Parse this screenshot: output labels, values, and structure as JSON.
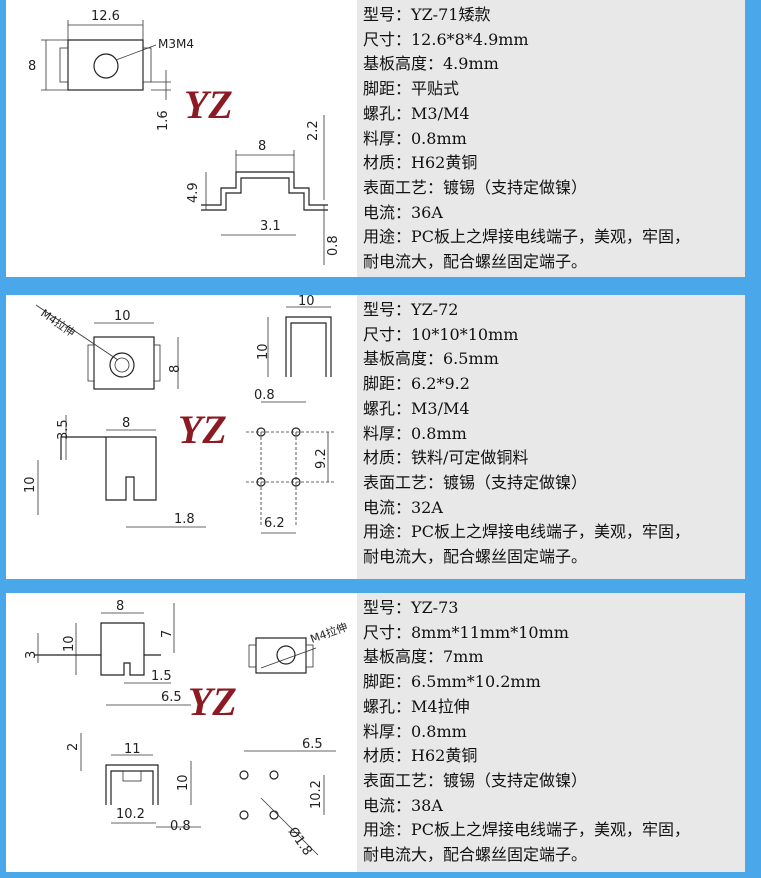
{
  "products": [
    {
      "drawing": {
        "dims": [
          "12.6",
          "8",
          "M3M4",
          "1.6",
          "8",
          "2.2",
          "4.9",
          "3.1",
          "0.8"
        ],
        "logo": "YZ"
      },
      "lines": [
        "型号：YZ-71矮款",
        "尺寸：12.6*8*4.9mm",
        "基板高度：4.9mm",
        "脚距：平贴式",
        "螺孔：M3/M4",
        "料厚：0.8mm",
        "材质：H62黄铜",
        "表面工艺：镀锡（支持定做镍）",
        "电流：36A",
        "用途：PC板上之焊接电线端子，美观，牢固，",
        "耐电流大，配合螺丝固定端子。"
      ]
    },
    {
      "drawing": {
        "dims": [
          "M4拉伸",
          "10",
          "8",
          "10",
          "10",
          "0.8",
          "3.5",
          "8",
          "10",
          "1.8",
          "9.2",
          "6.2"
        ],
        "logo": "YZ"
      },
      "lines": [
        "型号：YZ-72",
        "尺寸：10*10*10mm",
        "基板高度：6.5mm",
        "脚距：6.2*9.2",
        "螺孔：M3/M4",
        "料厚：0.8mm",
        "材质：铁料/可定做铜料",
        "表面工艺：镀锡（支持定做镍）",
        "电流：32A",
        "用途：PC板上之焊接电线端子，美观，牢固，",
        "耐电流大，配合螺丝固定端子。"
      ]
    },
    {
      "drawing": {
        "dims": [
          "8",
          "10",
          "3",
          "7",
          "1.5",
          "6.5",
          "M4拉伸",
          "2",
          "11",
          "10",
          "6.5",
          "10.2",
          "10.2",
          "0.8",
          "Ø1.8"
        ],
        "logo": "YZ"
      },
      "lines": [
        "型号：YZ-73",
        "尺寸：8mm*11mm*10mm",
        "基板高度：7mm",
        "脚距：6.5mm*10.2mm",
        "螺孔：M4拉伸",
        "料厚：0.8mm",
        "材质：H62黄铜",
        "表面工艺：镀锡（支持定做镍）",
        "电流：38A",
        "用途：PC板上之焊接电线端子，美观，牢固，",
        "耐电流大，配合螺丝固定端子。"
      ]
    }
  ]
}
